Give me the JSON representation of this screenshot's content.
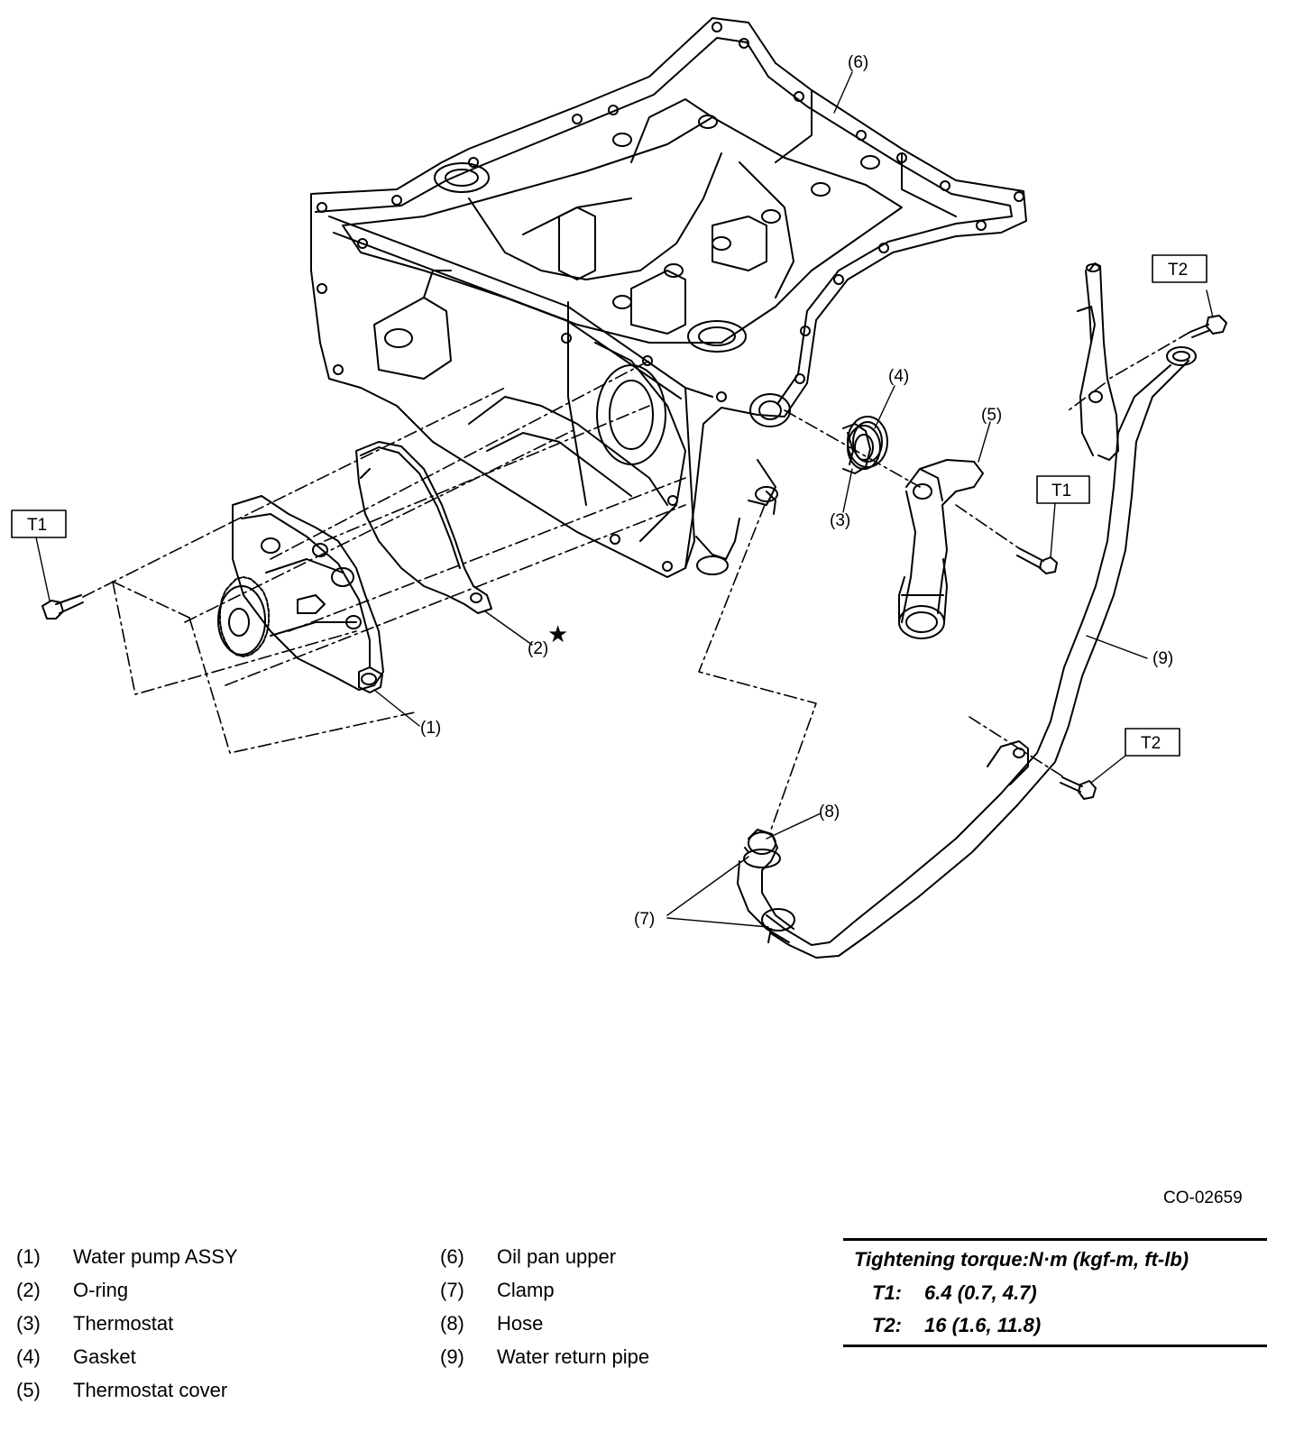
{
  "callouts": {
    "c1": "(1)",
    "c2": "(2)",
    "c3": "(3)",
    "c4": "(4)",
    "c5": "(5)",
    "c6": "(6)",
    "c7": "(7)",
    "c8": "(8)",
    "c9": "(9)"
  },
  "torque_boxes": {
    "t1_left": "T1",
    "t1_right": "T1",
    "t2_top": "T2",
    "t2_lower": "T2"
  },
  "star_symbol": "★",
  "figure_code": "CO-02659",
  "legend": {
    "items": [
      {
        "num": "(1)",
        "label": "Water pump ASSY"
      },
      {
        "num": "(2)",
        "label": "O-ring"
      },
      {
        "num": "(3)",
        "label": "Thermostat"
      },
      {
        "num": "(4)",
        "label": "Gasket"
      },
      {
        "num": "(5)",
        "label": "Thermostat cover"
      },
      {
        "num": "(6)",
        "label": "Oil pan upper"
      },
      {
        "num": "(7)",
        "label": "Clamp"
      },
      {
        "num": "(8)",
        "label": "Hose"
      },
      {
        "num": "(9)",
        "label": "Water return pipe"
      }
    ]
  },
  "torque_table": {
    "title": "Tightening torque:N·m (kgf-m, ft-lb)",
    "rows": [
      {
        "key": "T1:",
        "value": "6.4 (0.7, 4.7)"
      },
      {
        "key": "T2:",
        "value": "16 (1.6, 11.8)"
      }
    ]
  }
}
